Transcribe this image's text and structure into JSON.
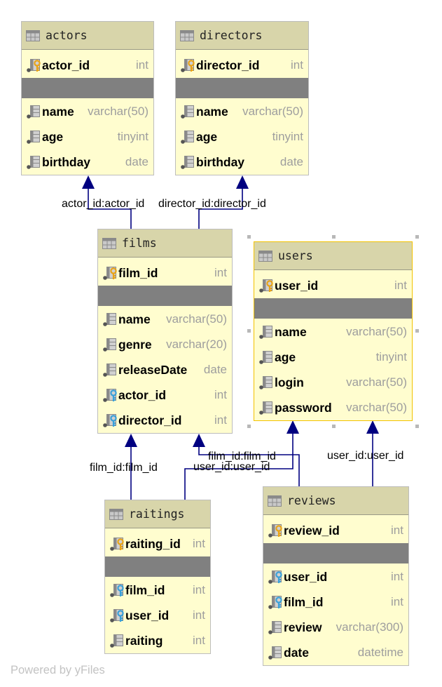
{
  "tables": {
    "actors": {
      "title": "actors",
      "pk": {
        "name": "actor_id",
        "type": "int"
      },
      "fields": [
        {
          "name": "name",
          "type": "varchar(50)"
        },
        {
          "name": "age",
          "type": "tinyint"
        },
        {
          "name": "birthday",
          "type": "date"
        }
      ]
    },
    "directors": {
      "title": "directors",
      "pk": {
        "name": "director_id",
        "type": "int"
      },
      "fields": [
        {
          "name": "name",
          "type": "varchar(50)"
        },
        {
          "name": "age",
          "type": "tinyint"
        },
        {
          "name": "birthday",
          "type": "date"
        }
      ]
    },
    "films": {
      "title": "films",
      "pk": {
        "name": "film_id",
        "type": "int"
      },
      "fields": [
        {
          "name": "name",
          "type": "varchar(50)"
        },
        {
          "name": "genre",
          "type": "varchar(20)"
        },
        {
          "name": "releaseDate",
          "type": "date"
        },
        {
          "name": "actor_id",
          "type": "int"
        },
        {
          "name": "director_id",
          "type": "int"
        }
      ]
    },
    "users": {
      "title": "users",
      "pk": {
        "name": "user_id",
        "type": "int"
      },
      "fields": [
        {
          "name": "name",
          "type": "varchar(50)"
        },
        {
          "name": "age",
          "type": "tinyint"
        },
        {
          "name": "login",
          "type": "varchar(50)"
        },
        {
          "name": "password",
          "type": "varchar(50)"
        }
      ]
    },
    "raitings": {
      "title": "raitings",
      "pk": {
        "name": "raiting_id",
        "type": "int"
      },
      "fields": [
        {
          "name": "film_id",
          "type": "int"
        },
        {
          "name": "user_id",
          "type": "int"
        },
        {
          "name": "raiting",
          "type": "int"
        }
      ]
    },
    "reviews": {
      "title": "reviews",
      "pk": {
        "name": "review_id",
        "type": "int"
      },
      "fields": [
        {
          "name": "user_id",
          "type": "int"
        },
        {
          "name": "film_id",
          "type": "int"
        },
        {
          "name": "review",
          "type": "varchar(300)"
        },
        {
          "name": "date",
          "type": "datetime"
        }
      ]
    }
  },
  "edges": {
    "films_actor": "actor_id:actor_id",
    "films_director": "director_id:director_id",
    "raitings_film": "film_id:film_id",
    "raitings_user": "user_id:user_id",
    "reviews_film": "film_id:film_id",
    "reviews_user": "user_id:user_id"
  },
  "footer": "Powered by yFiles",
  "colors": {
    "table_fill": "#fffdcf",
    "header_fill": "#d8d5aa",
    "separator": "#808080",
    "edge": "#000080",
    "selected_border": "#f2c200",
    "pk_key": "#e8a317",
    "fk_key": "#3aa0d8"
  }
}
